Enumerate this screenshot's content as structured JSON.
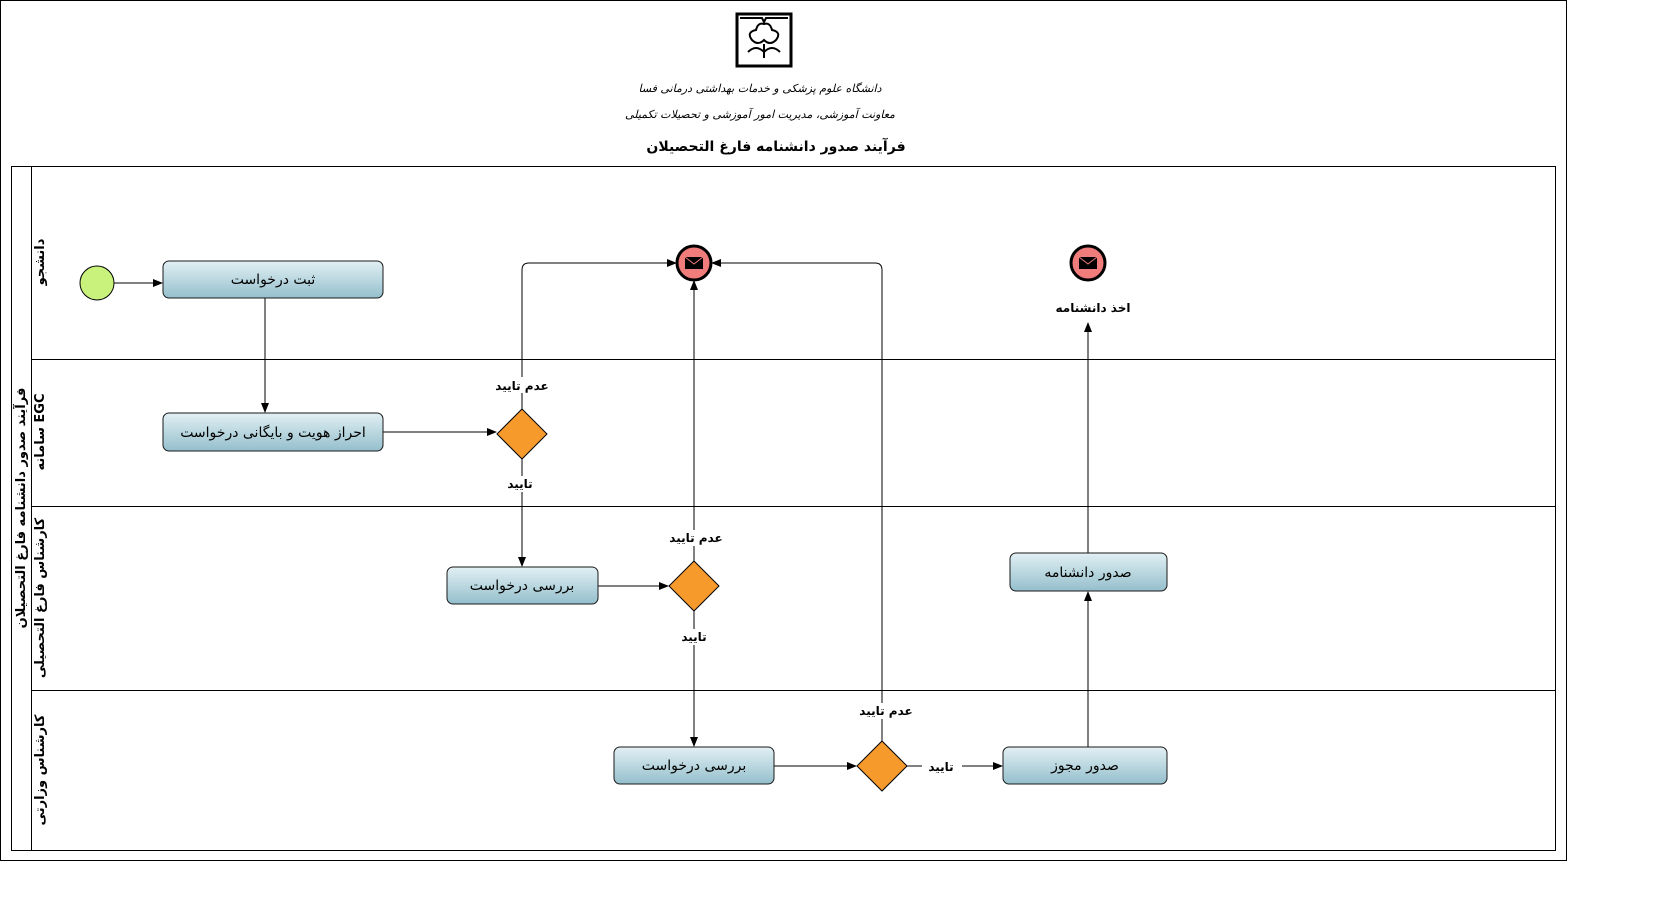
{
  "header": {
    "university": "دانشگاه علوم پزشکی و خدمات بهداشتی درمانی فسا",
    "department": "معاونت آموزشی، مدیریت امور آموزشی و تحصیلات تکمیلی",
    "title": "فرآیند صدور دانشنامه فارغ التحصیلان"
  },
  "pool": {
    "label": "فرآیند صدور دانشنامه فارغ التحصیلان",
    "lanes": [
      {
        "label": "دانشجو"
      },
      {
        "label": "سامانه EGC"
      },
      {
        "label": "کارشناس فارغ التحصیلی"
      },
      {
        "label": "کارشناس وزارتی"
      }
    ]
  },
  "tasks": {
    "submit_request": "ثبت درخواست",
    "verify_archive": "احراز هویت و بایگانی درخواست",
    "review_request_1": "بررسی درخواست",
    "review_request_2": "بررسی درخواست",
    "issue_permit": "صدور مجوز",
    "issue_diploma": "صدور دانشنامه"
  },
  "gateway_labels": {
    "g1_reject": "عدم تایید",
    "g1_approve": "تایید",
    "g2_reject": "عدم تایید",
    "g2_approve": "تایید",
    "g3_reject": "عدم تایید",
    "g3_approve": "تایید"
  },
  "events": {
    "receive_diploma": "اخذ دانشنامه"
  },
  "colors": {
    "start": "#c8f27c",
    "end": "#f07c7c",
    "gateway": "#f79a2c",
    "task_top": "#dcedf2",
    "task_bottom": "#9cc4d0"
  }
}
